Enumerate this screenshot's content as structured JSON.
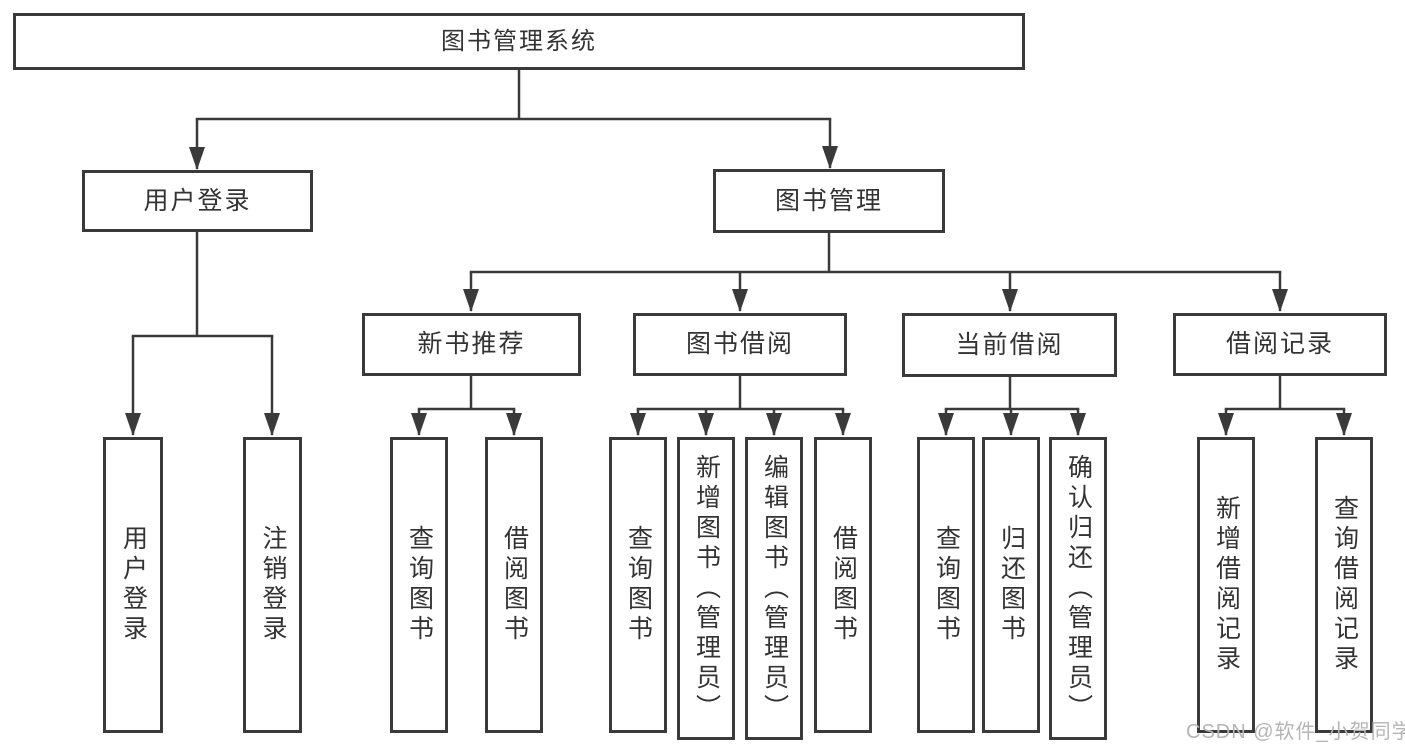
{
  "diagram": {
    "root": {
      "label": "图书管理系统"
    },
    "branches": [
      {
        "label": "用户登录",
        "children": [
          {
            "label": "用户登录"
          },
          {
            "label": "注销登录"
          }
        ]
      },
      {
        "label": "图书管理",
        "children": [
          {
            "label": "新书推荐",
            "children": [
              {
                "label": "查询图书"
              },
              {
                "label": "借阅图书"
              }
            ]
          },
          {
            "label": "图书借阅",
            "children": [
              {
                "label": "查询图书"
              },
              {
                "label": "新增图书（管理员）"
              },
              {
                "label": "编辑图书（管理员）"
              },
              {
                "label": "借阅图书"
              }
            ]
          },
          {
            "label": "当前借阅",
            "children": [
              {
                "label": "查询图书"
              },
              {
                "label": "归还图书"
              },
              {
                "label": "确认归还（管理员）"
              }
            ]
          },
          {
            "label": "借阅记录",
            "children": [
              {
                "label": "新增借阅记录"
              },
              {
                "label": "查询借阅记录"
              }
            ]
          }
        ]
      }
    ],
    "colors": {
      "line": "#3a3a3a",
      "text": "#333333",
      "box_background": "#ffffff",
      "watermark": "#b5b5b5"
    },
    "watermark": {
      "text": "CSDN @软件_小贺同学"
    }
  }
}
